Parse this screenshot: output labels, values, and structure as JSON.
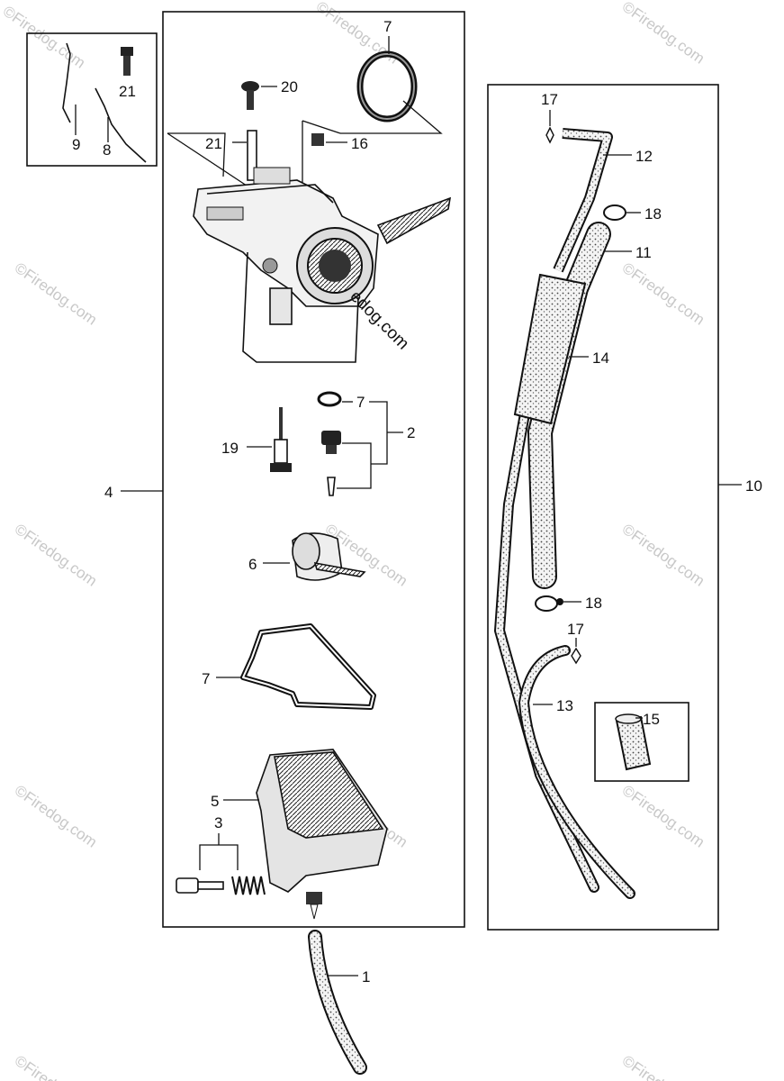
{
  "watermark": "©Firedog.com",
  "diagram_text": "edog.com",
  "callouts": {
    "c1": "1",
    "c2": "2",
    "c3": "3",
    "c4": "4",
    "c5": "5",
    "c6": "6",
    "c7_top": "7",
    "c7_mid": "7",
    "c7_gasket": "7",
    "c8": "8",
    "c9": "9",
    "c10": "10",
    "c11": "11",
    "c12": "12",
    "c13": "13",
    "c14": "14",
    "c15": "15",
    "c16": "16",
    "c17_top": "17",
    "c17_bot": "17",
    "c18_top": "18",
    "c18_bot": "18",
    "c19": "19",
    "c20": "20",
    "c21_inset": "21",
    "c21_main": "21"
  }
}
